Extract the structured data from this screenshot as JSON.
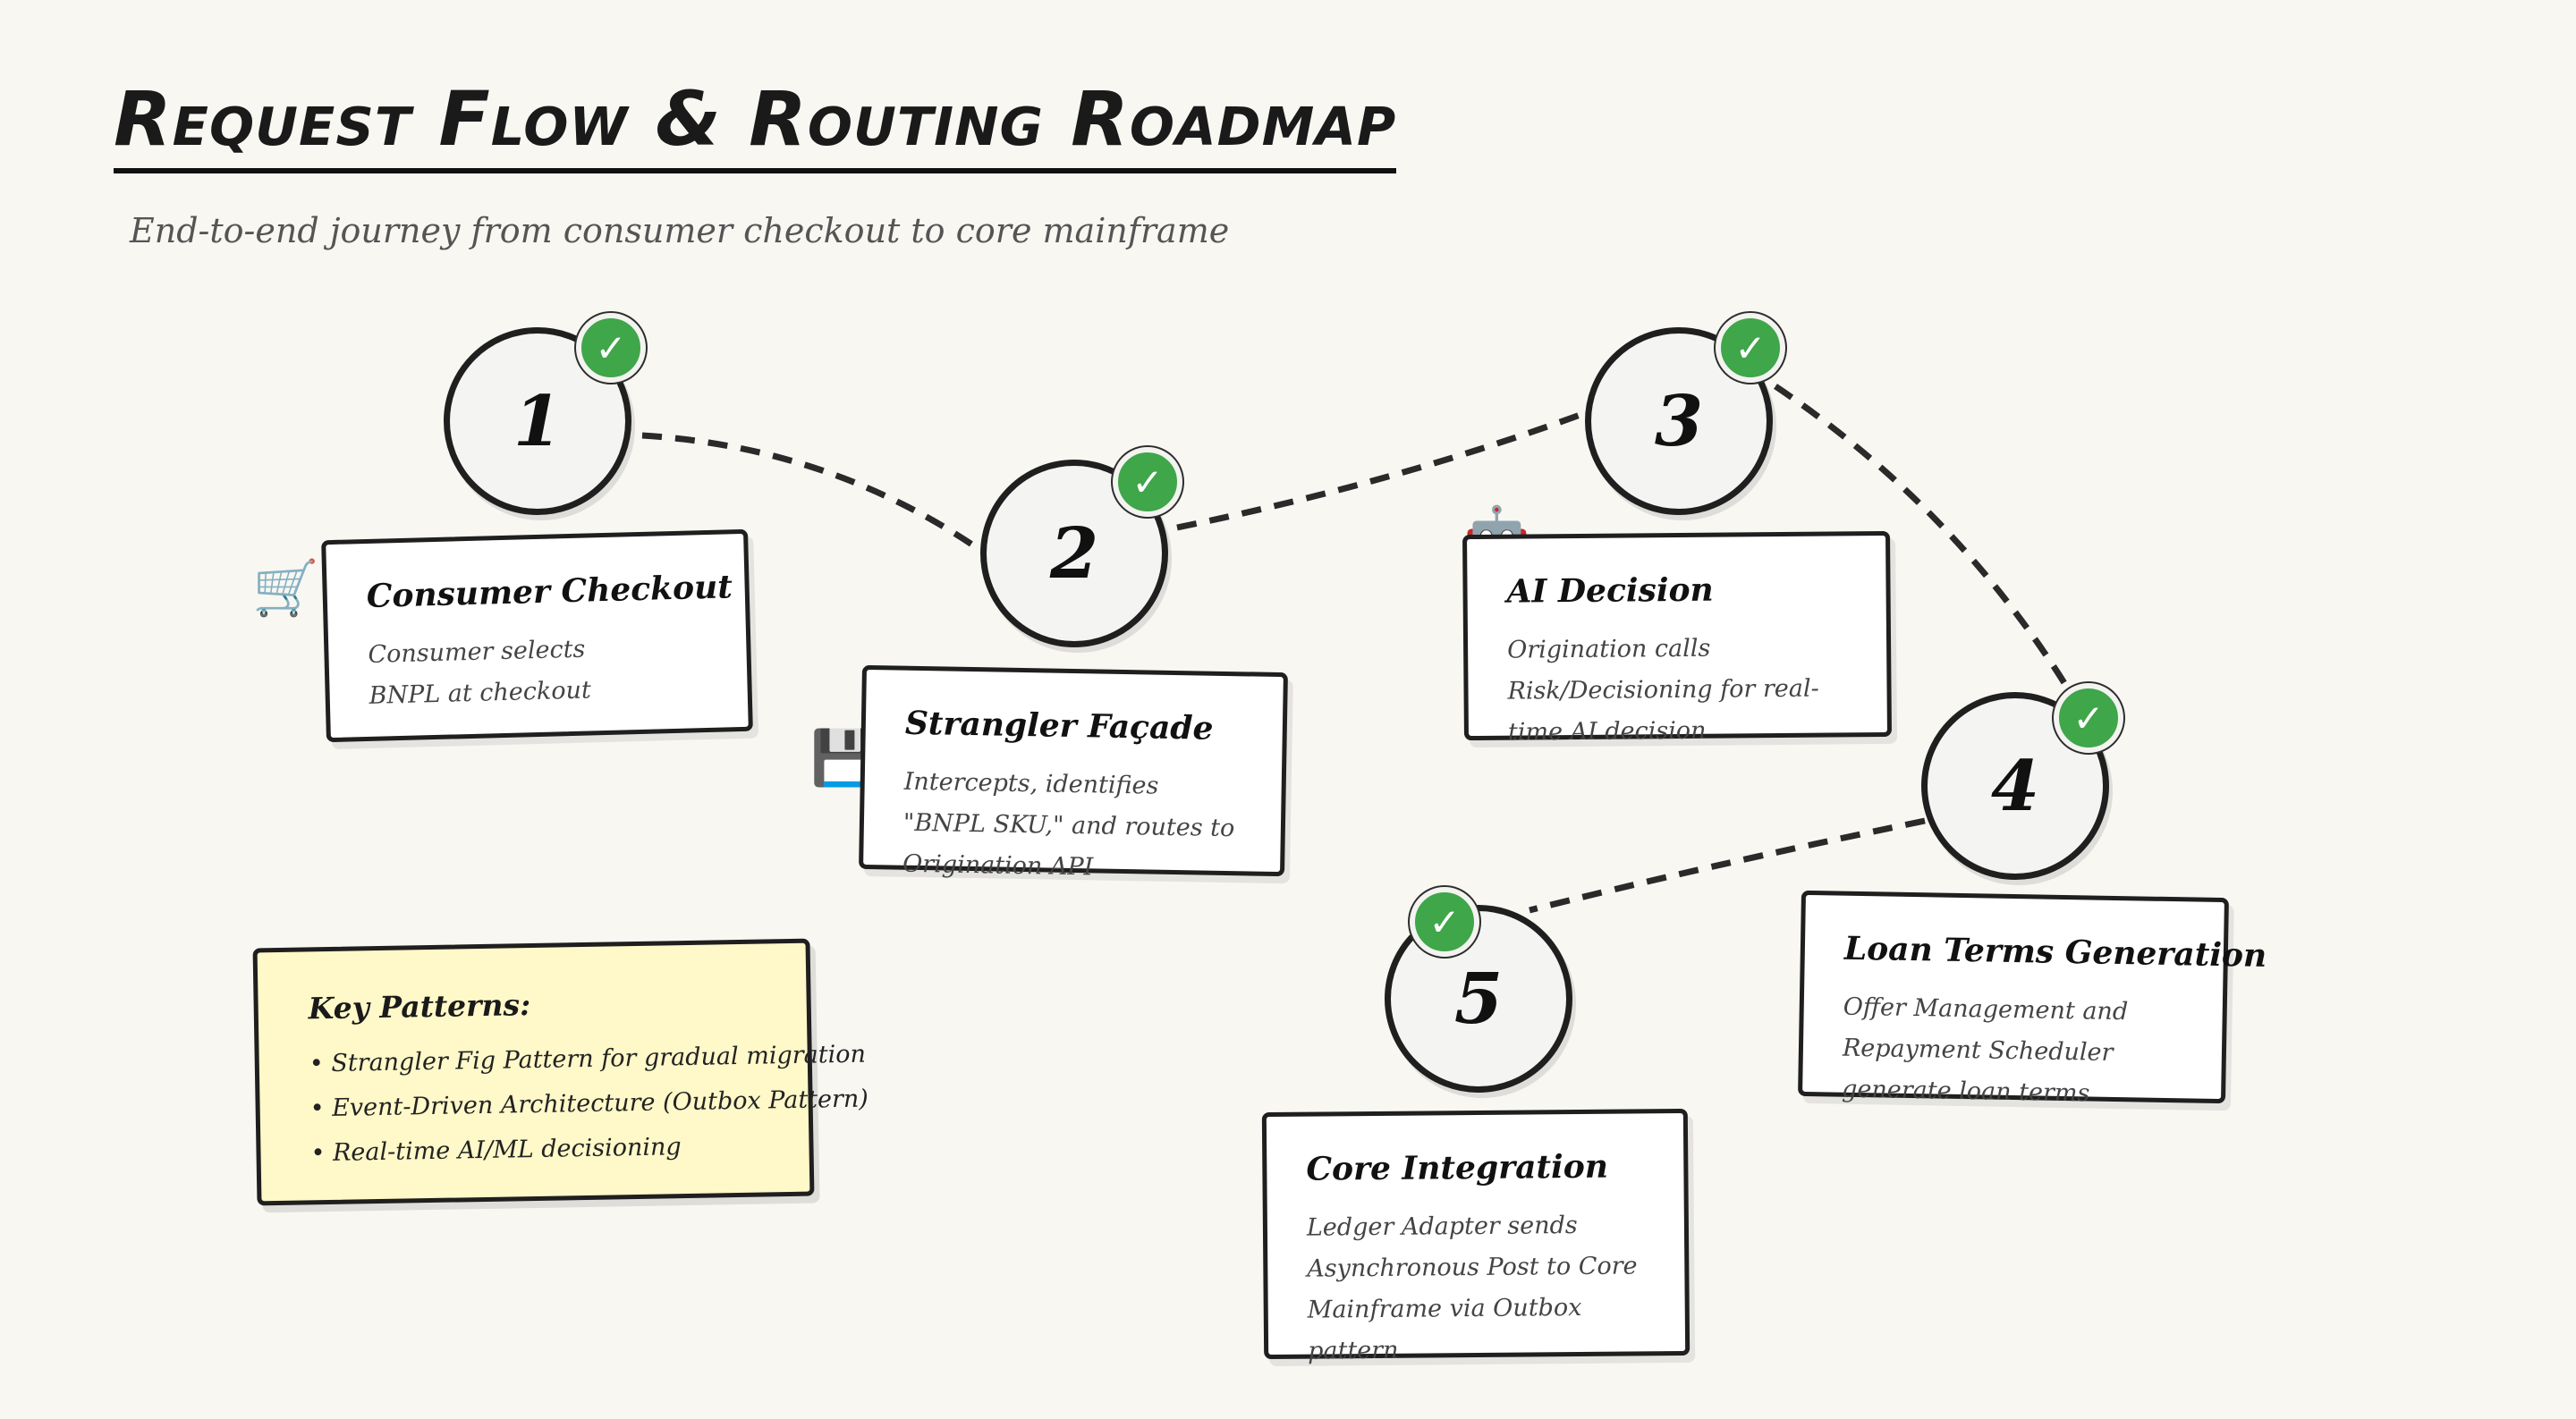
{
  "header": {
    "title": "Request Flow & Routing Roadmap",
    "subtitle": "End-to-end journey from consumer checkout to core mainframe"
  },
  "steps": [
    {
      "number": "1",
      "title": "Consumer Checkout",
      "description": "Consumer selects BNPL at checkout",
      "icon": "shopping-cart-icon",
      "icon_glyph": "🛒",
      "status": "complete"
    },
    {
      "number": "2",
      "title": "Strangler Façade",
      "description": "Intercepts, identifies \"BNPL SKU,\" and routes to Origination API",
      "icon": "floppy-disk-icon",
      "icon_glyph": "💾",
      "status": "complete"
    },
    {
      "number": "3",
      "title": "AI Decision",
      "description": "Origination calls Risk/Decisioning for real-time AI decision",
      "icon": "robot-icon",
      "icon_glyph": "🤖",
      "status": "complete"
    },
    {
      "number": "4",
      "title": "Loan Terms Generation",
      "description": "Offer Management and Repayment Scheduler generate loan terms",
      "icon": "",
      "status": "complete"
    },
    {
      "number": "5",
      "title": "Core Integration",
      "description": "Ledger Adapter sends Asynchronous Post to Core Mainframe via Outbox pattern",
      "icon": "",
      "status": "complete"
    }
  ],
  "check_glyph": "✓",
  "key_patterns": {
    "title": "Key Patterns:",
    "items": [
      "• Strangler Fig Pattern for gradual migration",
      "• Event-Driven Architecture (Outbox Pattern)",
      "• Real-time AI/ML decisioning"
    ]
  },
  "colors": {
    "background": "#f8f7f2",
    "check_green": "#3fa64a",
    "note_yellow": "#fff8c8",
    "ink": "#1f1f1f"
  }
}
